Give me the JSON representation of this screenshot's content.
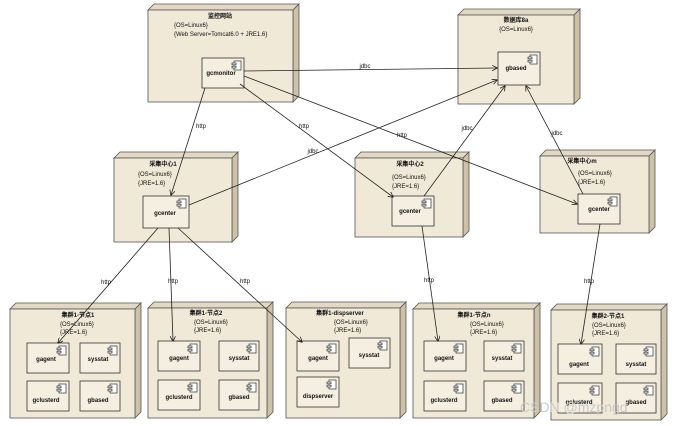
{
  "nodes": {
    "monitor": {
      "title": "监控网站",
      "props": [
        "{OS=Linux6}",
        "{Web Server=Tomcat6.0 + JRE1.6}"
      ],
      "components": [
        "gcmonitor"
      ]
    },
    "database": {
      "title": "数据库8a",
      "props": [
        "{OS=Linux6}"
      ],
      "components": [
        "gbased"
      ]
    },
    "center1": {
      "title": "采集中心1",
      "props": [
        "{OS=Linux6}",
        "{JRE=1.6}"
      ],
      "components": [
        "gcenter"
      ]
    },
    "center2": {
      "title": "采集中心2",
      "props": [
        "{OS=Linux6}",
        "{JRE=1.6}"
      ],
      "components": [
        "gcenter"
      ]
    },
    "centerm": {
      "title": "采集中心m",
      "props": [
        "{OS=Linux6}",
        "{JRE=1.6}"
      ],
      "components": [
        "gcenter"
      ]
    },
    "c1n1": {
      "title": "集群1-节点1",
      "props": [
        "{OS=Linux6}",
        "{JRE=1.6}"
      ],
      "components": [
        "gagent",
        "sysstat",
        "gclusterd",
        "gbased"
      ]
    },
    "c1n2": {
      "title": "集群1-节点2",
      "props": [
        "{OS=Linux6}",
        "{JRE=1.6}"
      ],
      "components": [
        "gagent",
        "sysstat",
        "gclusterd",
        "gbased"
      ]
    },
    "c1disp": {
      "title": "集群1-dispserver",
      "props": [
        "{OS=Linux6}",
        "{JRE=1.6}"
      ],
      "components": [
        "gagent",
        "sysstat",
        "dispserver"
      ]
    },
    "c1nn": {
      "title": "集群1-节点n",
      "props": [
        "{OS=Linux6}",
        "{JRE=1.6}"
      ],
      "components": [
        "gagent",
        "sysstat",
        "gclusterd",
        "gbased"
      ]
    },
    "c2n1": {
      "title": "集群2-节点1",
      "props": [
        "{OS=Linux6}",
        "{JRE=1.6}"
      ],
      "components": [
        "gagent",
        "sysstat",
        "gclusterd",
        "gbased"
      ]
    }
  },
  "edge_labels": {
    "jdbc": "jdbc",
    "http": "http"
  },
  "watermark": "CSDN @mzpngd"
}
